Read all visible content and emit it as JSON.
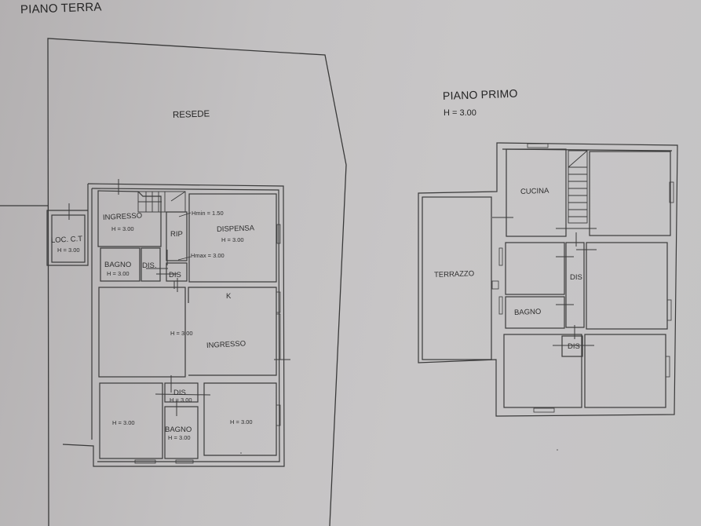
{
  "ground_floor": {
    "title": "PIANO TERRA",
    "yard_label": "RESEDE",
    "rooms": [
      {
        "name": "INGRESSO",
        "height": "H = 3.00"
      },
      {
        "name": "LOC. C.T",
        "height": "H = 3.00"
      },
      {
        "name": "RIP",
        "height": ""
      },
      {
        "name": "DISPENSA",
        "height": "H = 3.00"
      },
      {
        "name": "BAGNO",
        "height": "H = 3.00"
      },
      {
        "name": "DIS.",
        "height": ""
      },
      {
        "name": "DIS",
        "height": ""
      },
      {
        "name": "",
        "height": "H = 3.00"
      },
      {
        "name": "INGRESSO",
        "height": ""
      },
      {
        "name": "DIS",
        "height": "H = 3.00"
      },
      {
        "name": "",
        "height": "H = 3.00"
      },
      {
        "name": "BAGNO",
        "height": "H = 3.00"
      },
      {
        "name": "",
        "height": "H = 3.00"
      }
    ],
    "annotations": {
      "hmin": "Hmin = 1.50",
      "hmax": "Hmax = 3.00",
      "k_marker": "K"
    }
  },
  "first_floor": {
    "title": "PIANO PRIMO",
    "height": "H = 3.00",
    "rooms": [
      {
        "name": "CUCINA"
      },
      {
        "name": "TERRAZZO"
      },
      {
        "name": "DIS"
      },
      {
        "name": "BAGNO"
      },
      {
        "name": "DIS"
      }
    ]
  },
  "colors": {
    "paper": "#c4c2c3",
    "line": "#3a3a3a",
    "text": "#2a2a2a"
  }
}
